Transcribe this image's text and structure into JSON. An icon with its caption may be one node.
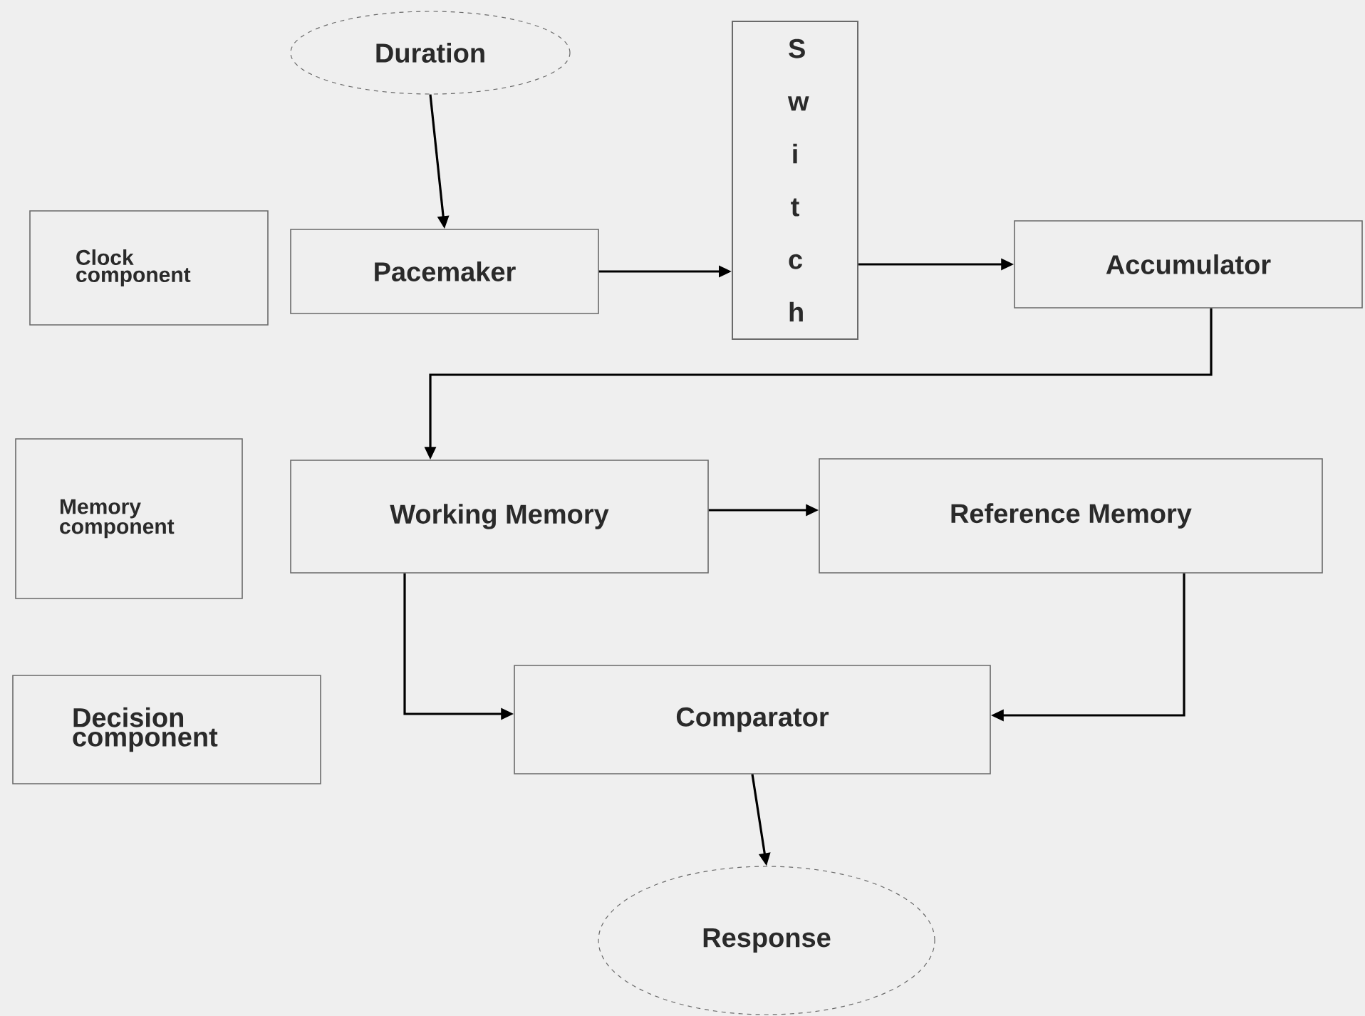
{
  "diagram": {
    "nodes": [
      {
        "text": [
          "Duration"
        ]
      },
      {
        "text": [
          "Switch"
        ]
      },
      {
        "text": [
          "Clock component"
        ]
      },
      {
        "text": [
          "Pacemaker"
        ]
      },
      {
        "text": [
          "Accumulator"
        ]
      },
      {
        "text": [
          "Memory component"
        ]
      },
      {
        "text": [
          "Working Memory"
        ]
      },
      {
        "text": [
          "Reference Memory"
        ]
      },
      {
        "text": [
          "Decision component"
        ]
      },
      {
        "text": [
          "Comparator"
        ]
      },
      {
        "text": [
          "Response"
        ]
      }
    ],
    "edges": [
      {
        "from": 0,
        "to": 3,
        "arrow": "to"
      },
      {
        "from": 3,
        "to": 1,
        "arrow": "to"
      },
      {
        "from": 1,
        "to": 4,
        "arrow": "to"
      },
      {
        "from": 4,
        "to": 6,
        "arrow": "to"
      },
      {
        "from": 6,
        "to": 7,
        "arrow": "to"
      },
      {
        "from": 6,
        "to": 9,
        "arrow": "to"
      },
      {
        "from": 7,
        "to": 9,
        "arrow": "to"
      },
      {
        "from": 9,
        "to": 10,
        "arrow": "to"
      }
    ]
  }
}
